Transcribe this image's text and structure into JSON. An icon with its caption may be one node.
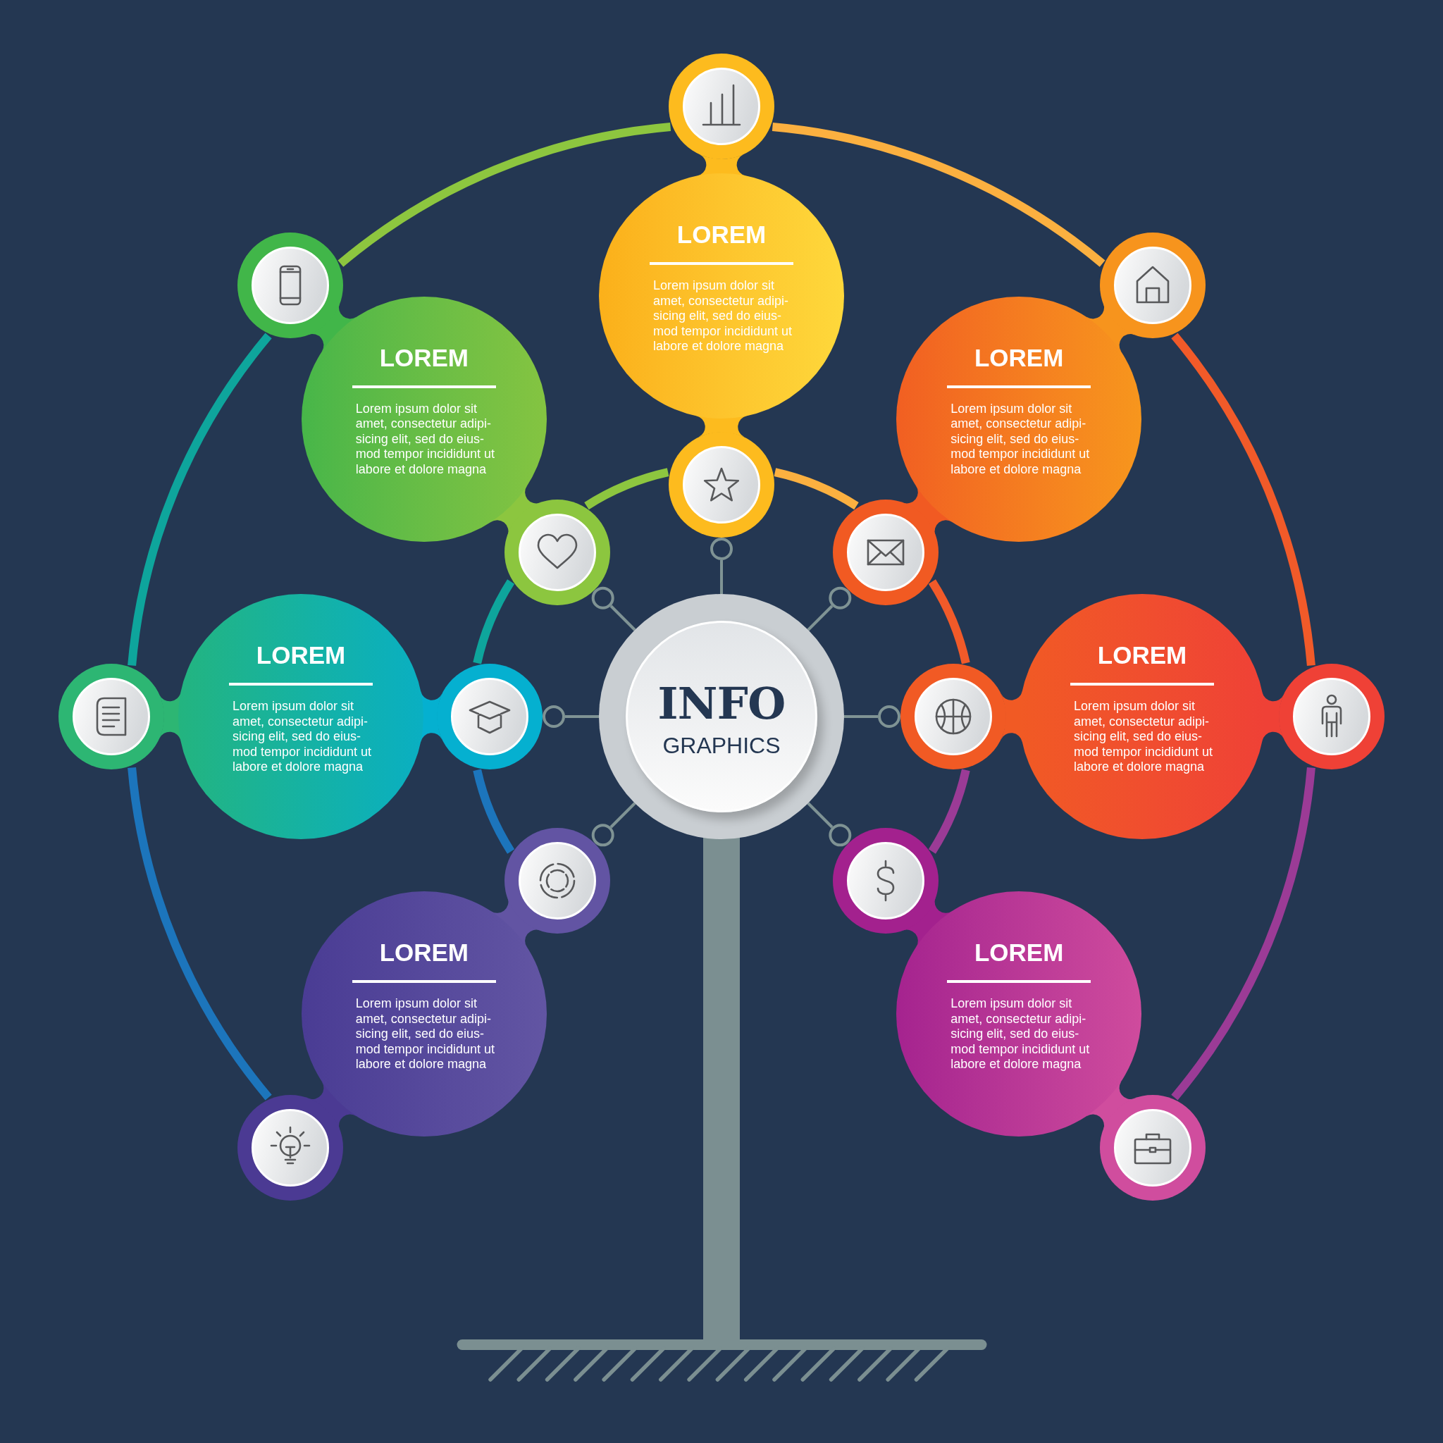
{
  "diagram": {
    "nodes": [
      {
        "text": [],
        "shape": "circle"
      },
      {
        "text": [],
        "shape": "circle"
      },
      {
        "text": [],
        "shape": "circle"
      },
      {
        "text": [
          "LOREM",
          "Lorem ipsum dolor sit amet, consectetur adipi- sicing elit, sed do eius- mod tempor incididunt ut labore et dolore magna"
        ]
      },
      {
        "text": [
          "LOREM",
          "Lorem ipsum dolor sit amet, consectetur adipi- sicing elit, sed do eius- mod tempor incididunt ut labore et dolore magna"
        ]
      },
      {
        "text": [
          "LOREM",
          "Lorem ipsum dolor sit amet, consectetur adipi- sicing elit, sed do eius- mod tempor incididunt ut labore et dolore magna"
        ]
      },
      {
        "text": [],
        "shape": "circle"
      },
      {
        "text": [],
        "shape": "circle"
      },
      {
        "text": [],
        "shape": "circle"
      },
      {
        "text": [],
        "shape": "circle"
      },
      {
        "text": [
          "LOREM",
          "Lorem ipsum dolor sit amet, consectetur adipi- sicing elit, sed do eius- mod tempor incididunt ut labore et dolore magna"
        ]
      },
      {
        "text": [],
        "shape": "circle"
      },
      {
        "text": [
          "INFO",
          "GRAPHICS"
        ]
      },
      {
        "text": [],
        "shape": "circle"
      },
      {
        "text": [
          "LOREM",
          "Lorem ipsum dolor sit amet, consectetur adipi- sicing elit, sed do eius- mod tempor incididunt ut labore et dolore magna"
        ]
      },
      {
        "text": [],
        "shape": "circle"
      },
      {
        "text": [],
        "shape": "circle"
      },
      {
        "text": [],
        "shape": "circle"
      },
      {
        "text": [
          "LOREM",
          "Lorem ipsum dolor sit amet, consectetur adipi- sicing elit, sed do eius- mod tempor incididunt ut labore et dolore magna"
        ]
      },
      {
        "text": [
          "LOREM",
          "Lorem ipsum dolor sit amet, consectetur adipi- sicing elit, sed do eius- mod tempor incididunt ut labore et dolore magna"
        ]
      },
      {
        "text": [],
        "shape": "circle"
      },
      {
        "text": [],
        "shape": "circle"
      }
    ],
    "edges": [
      {
        "from": 3,
        "to": 0,
        "arrow": "none",
        "style": "thick",
        "color": "#fdbb1e"
      },
      {
        "from": 3,
        "to": 6,
        "arrow": "none",
        "style": "thick",
        "color": "#fdbb1e"
      },
      {
        "from": 4,
        "to": 1,
        "arrow": "none",
        "style": "thick",
        "color": "#41b649"
      },
      {
        "from": 4,
        "to": 7,
        "arrow": "none",
        "style": "thick",
        "color": "#8cc63f"
      },
      {
        "from": 5,
        "to": 2,
        "arrow": "none",
        "style": "thick",
        "color": "#f7941d"
      },
      {
        "from": 5,
        "to": 8,
        "arrow": "none",
        "style": "thick",
        "color": "#f15a22"
      },
      {
        "from": 10,
        "to": 9,
        "arrow": "none",
        "style": "thick",
        "color": "#2db673"
      },
      {
        "from": 10,
        "to": 11,
        "arrow": "none",
        "style": "thick",
        "color": "#05b0d0"
      },
      {
        "from": 14,
        "to": 13,
        "arrow": "none",
        "style": "thick",
        "color": "#f15a24"
      },
      {
        "from": 14,
        "to": 15,
        "arrow": "none",
        "style": "thick",
        "color": "#ef4136"
      },
      {
        "from": 18,
        "to": 16,
        "arrow": "none",
        "style": "thick",
        "color": "#6254a3"
      },
      {
        "from": 18,
        "to": 20,
        "arrow": "none",
        "style": "thick",
        "color": "#4b3a93"
      },
      {
        "from": 19,
        "to": 17,
        "arrow": "none",
        "style": "thick",
        "color": "#a3218e"
      },
      {
        "from": 19,
        "to": 21,
        "arrow": "none",
        "style": "thick",
        "color": "#d04d9e"
      },
      {
        "from": 1,
        "to": 0,
        "arrow": "none",
        "color": "#8dc63f"
      },
      {
        "from": 0,
        "to": 2,
        "arrow": "none",
        "color": "#fbb040"
      },
      {
        "from": 7,
        "to": 6,
        "arrow": "none",
        "color": "#8dc63f"
      },
      {
        "from": 6,
        "to": 8,
        "arrow": "none",
        "color": "#fbb040"
      },
      {
        "from": 9,
        "to": 1,
        "arrow": "none",
        "color": "#0ea59c"
      },
      {
        "from": 11,
        "to": 7,
        "arrow": "none",
        "color": "#0ea59c"
      },
      {
        "from": 2,
        "to": 15,
        "arrow": "none",
        "color": "#f15a29"
      },
      {
        "from": 8,
        "to": 13,
        "arrow": "none",
        "color": "#f15a29"
      },
      {
        "from": 9,
        "to": 20,
        "arrow": "none",
        "color": "#1c75bc"
      },
      {
        "from": 11,
        "to": 16,
        "arrow": "none",
        "color": "#1c75bc"
      },
      {
        "from": 15,
        "to": 21,
        "arrow": "none",
        "color": "#9b3b96"
      },
      {
        "from": 13,
        "to": 17,
        "arrow": "none",
        "color": "#9b3b96"
      },
      {
        "from": 12,
        "to": 6,
        "arrow": "other"
      },
      {
        "from": 12,
        "to": 7,
        "arrow": "other"
      },
      {
        "from": 12,
        "to": 8,
        "arrow": "other"
      },
      {
        "from": 12,
        "to": 11,
        "arrow": "other"
      },
      {
        "from": 12,
        "to": 13,
        "arrow": "other"
      },
      {
        "from": 12,
        "to": 16,
        "arrow": "other"
      },
      {
        "from": 12,
        "to": 17,
        "arrow": "other"
      }
    ]
  }
}
